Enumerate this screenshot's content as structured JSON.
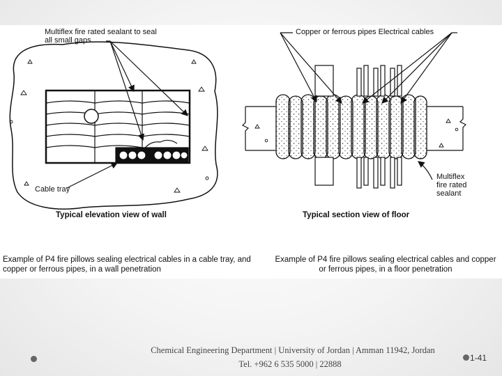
{
  "wall_diagram": {
    "label_sealant": "Multiflex fire rated sealant to seal\nall small gaps",
    "label_tray": "Cable tray",
    "caption": "Typical elevation view of wall",
    "example": "Example of P4 fire pillows sealing electrical cables in a cable tray, and copper or ferrous pipes, in a wall penetration"
  },
  "floor_diagram": {
    "label_pipes": "Copper or ferrous pipes Electrical cables",
    "label_sealant": "Multiflex\nfire rated\nsealant",
    "caption": "Typical section view of floor",
    "example": "Example of P4 fire pillows sealing electrical cables and copper or ferrous pipes, in a floor penetration"
  },
  "footer": {
    "line1": "Chemical Engineering Department | University of Jordan | Amman 11942, Jordan",
    "line2": "Tel. +962 6 535 5000 | 22888",
    "page_number": "1-41"
  }
}
